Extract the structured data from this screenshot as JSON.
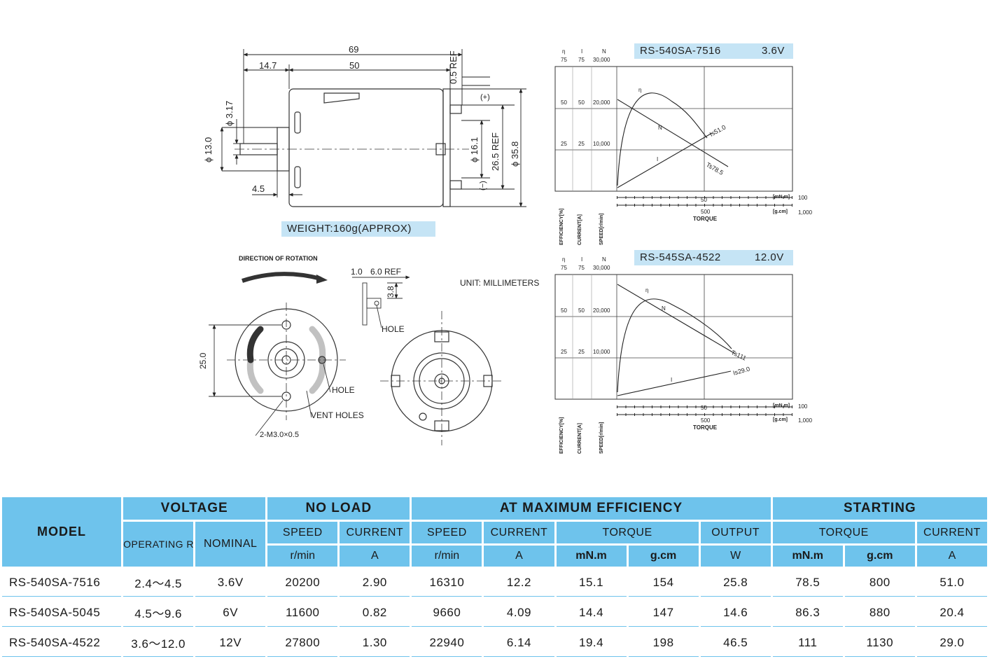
{
  "drawing": {
    "dims": {
      "overall_length": "69",
      "shaft_offset": "14.7",
      "body_length": "50",
      "ref_05": "0.5 REF",
      "shaft_dia": "ϕ 3.17",
      "boss_dia": "ϕ 13.0",
      "boss_len": "4.5",
      "inner_dia": "ϕ 16.1",
      "terminal_ref": "26.5 REF",
      "body_dia": "ϕ 35.8",
      "plus": "(+)",
      "minus": "(−)"
    },
    "weight": "WEIGHT:160g(APPROX)",
    "rotation_label": "DIRECTION OF ROTATION",
    "terminal_dims": {
      "t1": "1.0",
      "t2": "6.0 REF",
      "t3": "3.8",
      "hole": "HOLE"
    },
    "unit": "UNIT: MILLIMETERS",
    "front": {
      "span": "25.0",
      "hole": "HOLE",
      "vent": "VENT HOLES",
      "screw": "2-M3.0×0.5"
    }
  },
  "charts": [
    {
      "model": "RS-540SA-7516",
      "voltage": "3.6V",
      "col_letters": [
        "η",
        "I",
        "N"
      ],
      "axis_values": {
        "eff": [
          "75",
          "50",
          "25"
        ],
        "cur": [
          "75",
          "50",
          "25"
        ],
        "spd": [
          "30,000",
          "20,000",
          "10,000"
        ]
      },
      "axis_names": {
        "eff": "EFFICIENCY[%]",
        "cur": "CURRENT[A]",
        "spd": "SPEED[r/min]"
      },
      "torque": {
        "mid_mn": "50",
        "mid_g": "500",
        "end_mn": "100",
        "end_g": "1,000",
        "unit_mn": "[mN.m]",
        "unit_g": "[g.cm]",
        "label": "TORQUE"
      },
      "curve_labels": {
        "eta": "η",
        "n": "N",
        "i": "I",
        "is": "Is51.0",
        "ts": "Ts78.5"
      }
    },
    {
      "model": "RS-545SA-4522",
      "voltage": "12.0V",
      "col_letters": [
        "η",
        "I",
        "N"
      ],
      "axis_values": {
        "eff": [
          "75",
          "50",
          "25"
        ],
        "cur": [
          "75",
          "50",
          "25"
        ],
        "spd": [
          "30,000",
          "20,000",
          "10,000"
        ]
      },
      "axis_names": {
        "eff": "EFFICIENCY[%]",
        "cur": "CURRENT[A]",
        "spd": "SPEED[r/min]"
      },
      "torque": {
        "mid_mn": "50",
        "mid_g": "500",
        "end_mn": "100",
        "end_g": "1,000",
        "unit_mn": "[mN.m]",
        "unit_g": "[g.cm]",
        "label": "TORQUE"
      },
      "curve_labels": {
        "eta": "η",
        "n": "N",
        "i": "I",
        "is": "Is29.0",
        "ts": "Ts111"
      }
    }
  ],
  "table": {
    "groups": {
      "model": "MODEL",
      "voltage": "VOLTAGE",
      "no_load": "NO LOAD",
      "max_eff": "AT MAXIMUM EFFICIENCY",
      "starting": "STARTING"
    },
    "sub": {
      "op_range": "OPERATING RANGE",
      "nominal": "NOMINAL",
      "speed": "SPEED",
      "current": "CURRENT",
      "torque": "TORQUE",
      "output": "OUTPUT"
    },
    "units": {
      "rpm": "r/min",
      "amp": "A",
      "mnm": "mN.m",
      "gcm": "g.cm",
      "watt": "W"
    },
    "rows": [
      [
        "RS-540SA-7516",
        "2.4～4.5",
        "3.6V",
        "20200",
        "2.90",
        "16310",
        "12.2",
        "15.1",
        "154",
        "25.8",
        "78.5",
        "800",
        "51.0"
      ],
      [
        "RS-540SA-5045",
        "4.5～9.6",
        "6V",
        "11600",
        "0.82",
        "9660",
        "4.09",
        "14.4",
        "147",
        "14.6",
        "86.3",
        "880",
        "20.4"
      ],
      [
        "RS-540SA-4522",
        "3.6～12.0",
        "12V",
        "27800",
        "1.30",
        "22940",
        "6.14",
        "19.4",
        "198",
        "46.5",
        "111",
        "1130",
        "29.0"
      ]
    ]
  }
}
